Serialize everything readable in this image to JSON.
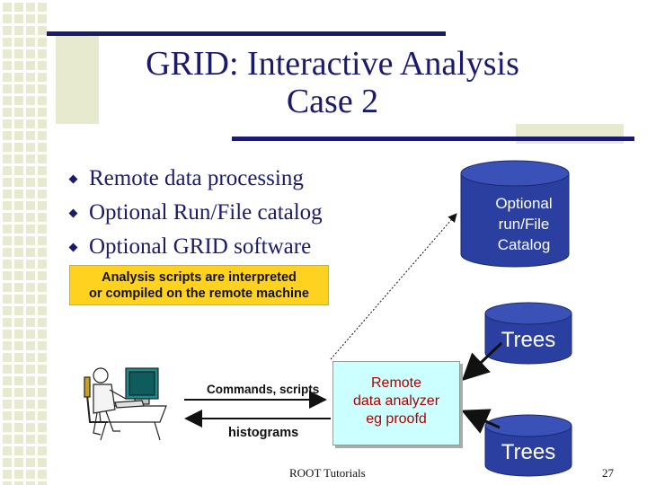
{
  "slide": {
    "title_line1": "GRID: Interactive Analysis",
    "title_line2": "Case 2",
    "bullets": [
      "Remote data processing",
      "Optional Run/File catalog",
      "Optional GRID software"
    ],
    "callout_line1": "Analysis scripts are interpreted",
    "callout_line2": "or compiled on the remote machine",
    "footer": "ROOT Tutorials",
    "page_number": "27"
  },
  "diagram": {
    "catalog_lines": [
      "Optional",
      "run/File",
      "Catalog"
    ],
    "trees_top": "Trees",
    "trees_bottom": "Trees",
    "remote_lines": [
      "Remote",
      "data analyzer",
      "eg proofd"
    ],
    "commands_label": "Commands, scripts",
    "histograms_label": "histograms"
  },
  "colors": {
    "title_blue": "#1a1a6e",
    "cylinder_blue": "#2a3fa0",
    "callout_yellow": "#ffd21f",
    "remote_box": "#ccffff",
    "remote_text": "#b00000"
  }
}
